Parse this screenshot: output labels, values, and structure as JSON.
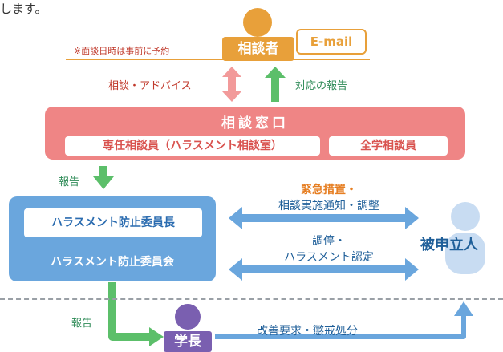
{
  "intro_text": "します。",
  "consultor": {
    "label": "相談者",
    "reservation_note": "※面談日時は事前に予約",
    "email_label": "E-mail"
  },
  "flows": {
    "advice_label": "相談・アドバイス",
    "response_report_label": "対応の報告",
    "report_left_label": "報告",
    "report_bottom_label": "報告",
    "emergency_line1": "緊急措置・",
    "emergency_line2": "相談実施通知・調整",
    "mediation_line1": "調停・",
    "mediation_line2": "ハラスメント認定",
    "improvement_label": "改善要求・懲戒処分"
  },
  "consultation_window": {
    "title": "相談窓口",
    "dedicated_staff": "専任相談員（ハラスメント相談室）",
    "university_staff": "全学相談員"
  },
  "committee": {
    "chair": "ハラスメント防止委員長",
    "name": "ハラスメント防止委員会"
  },
  "respondent": {
    "label": "被申立人"
  },
  "president": {
    "label": "学長"
  },
  "colors": {
    "consultor": "#e8a03a",
    "window": "#ef8585",
    "committee": "#6aa6dd",
    "respondent": "#c8dcf2",
    "president": "#7a5fb0",
    "report_arrow": "#5cbf6a",
    "advice_arrow": "#f29a9a",
    "mediation_arrow": "#6aa6dd"
  }
}
